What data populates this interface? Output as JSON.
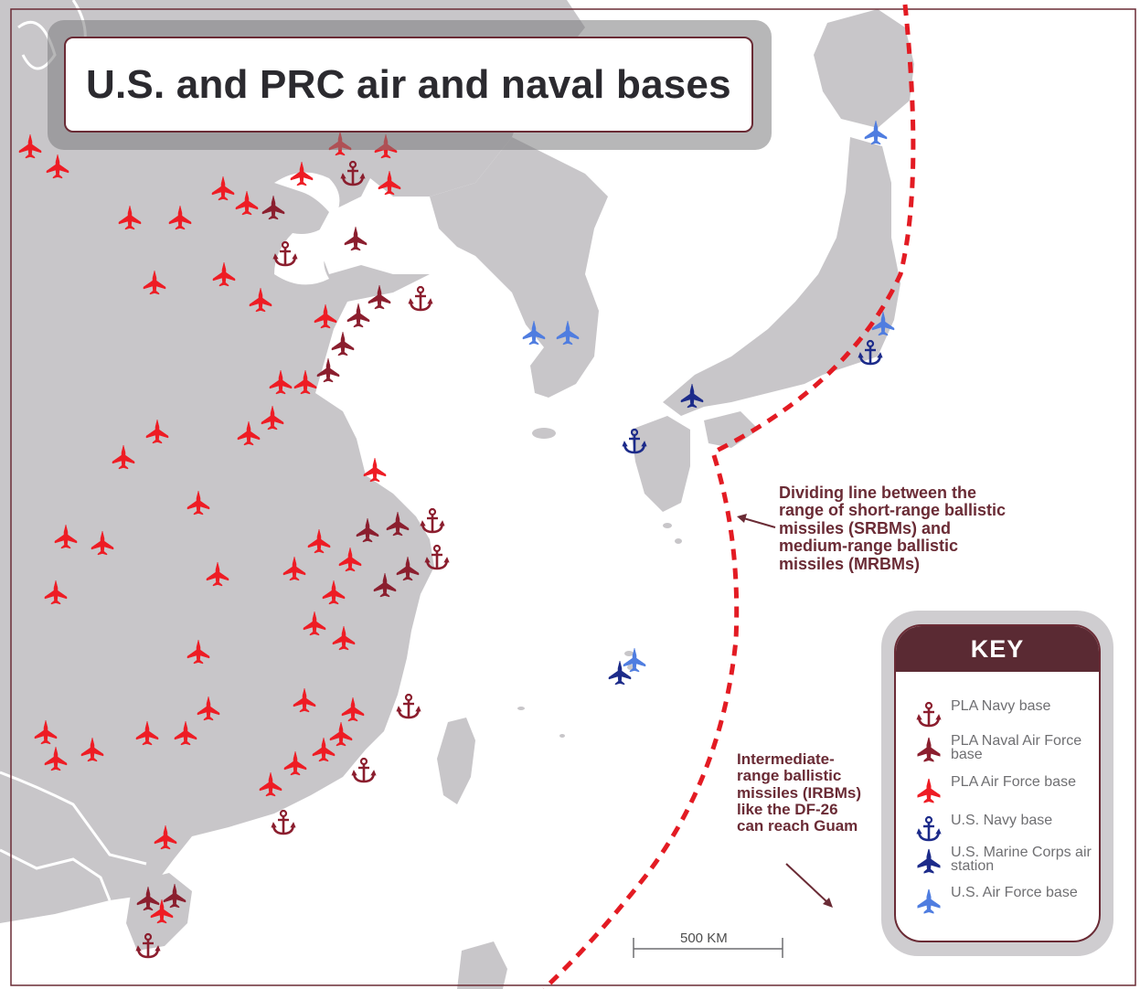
{
  "title": "U.S. and PRC air and naval bases",
  "annotations": {
    "dividing_line": [
      "Dividing line between the",
      "range of short-range ballistic",
      "missiles (SRBMs) and",
      "medium-range ballistic",
      "missiles (MRBMs)"
    ],
    "irbm": [
      "Intermediate-",
      "range ballistic",
      "missiles (IRBMs)",
      "like the DF-26",
      "can reach Guam"
    ]
  },
  "scale_bar": {
    "label": "500 KM"
  },
  "key": {
    "title": "KEY",
    "items": [
      {
        "symbol": "anchor",
        "color": "#8b1e2e",
        "label": "PLA Navy base"
      },
      {
        "symbol": "plane",
        "color": "#8b1e2e",
        "label": "PLA Naval Air Force base"
      },
      {
        "symbol": "plane",
        "color": "#ee1c24",
        "label": "PLA Air Force base"
      },
      {
        "symbol": "anchor",
        "color": "#1c2b8a",
        "label": "U.S. Navy base"
      },
      {
        "symbol": "plane",
        "color": "#1c2b8a",
        "label": "U.S. Marine Corps air station"
      },
      {
        "symbol": "plane",
        "color": "#4f7de0",
        "label": "U.S. Air Force base"
      }
    ]
  },
  "colors": {
    "land": "#c8c6c9",
    "sea": "#ffffff",
    "border": "#6a2b35",
    "dividing_line": "#e31b23",
    "pla_navy": "#8b1e2e",
    "pla_air_force": "#ee1c24",
    "us_navy": "#1c2b8a",
    "us_air_force": "#4f7de0"
  }
}
